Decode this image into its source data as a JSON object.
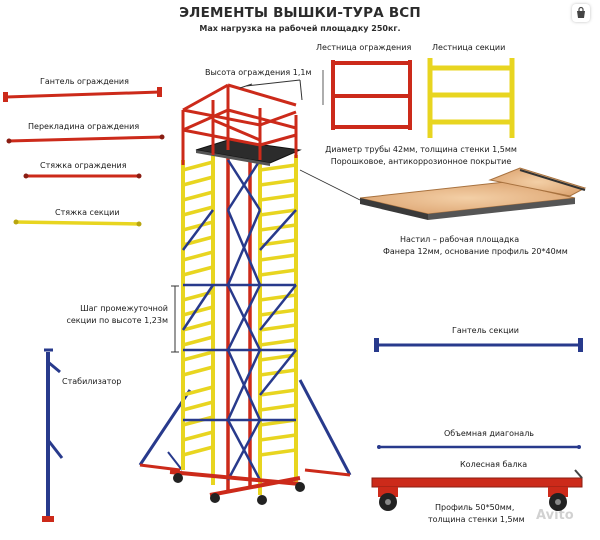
{
  "title": "ЭЛЕМЕНТЫ ВЫШКИ-ТУРА ВСП",
  "subtitle": "Мах нагрузка на рабочей площадку 250кг.",
  "colors": {
    "red": "#cc2a1a",
    "yellow": "#e8d520",
    "blue": "#283a8c",
    "outline": "#8a1d12",
    "plywood": "#e9b98c",
    "text": "#1a1a1a"
  },
  "labels": {
    "guard_dumbbell": "Гантель ограждения",
    "guard_crossbar": "Перекладина ограждения",
    "guard_brace": "Стяжка ограждения",
    "section_brace": "Стяжка секции",
    "guard_height": "Высота ограждения 1,1м",
    "guard_ladder": "Лестница ограждения",
    "section_ladder": "Лестница секции",
    "pipe_spec_line1": "Диаметр трубы 42мм, толщина стенки 1,5мм",
    "pipe_spec_line2": "Порошковое, антикоррозионное покрытие",
    "deck_line1": "Настил – рабочая площадка",
    "deck_line2": "Фанера 12мм, основание  профиль 20*40мм",
    "step_line1": "Шаг промежуточной",
    "step_line2": "секции по высоте 1,23м",
    "section_dumbbell": "Гантель секции",
    "stabilizer": "Стабилизатор",
    "volume_diagonal": "Объемная диагональ",
    "wheel_beam": "Колесная балка",
    "profile_line1": "Профиль 50*50мм,",
    "profile_line2": "толщина стенки 1,5мм"
  },
  "watermark": "Avito",
  "bag_icon": "shopping-bag-icon"
}
